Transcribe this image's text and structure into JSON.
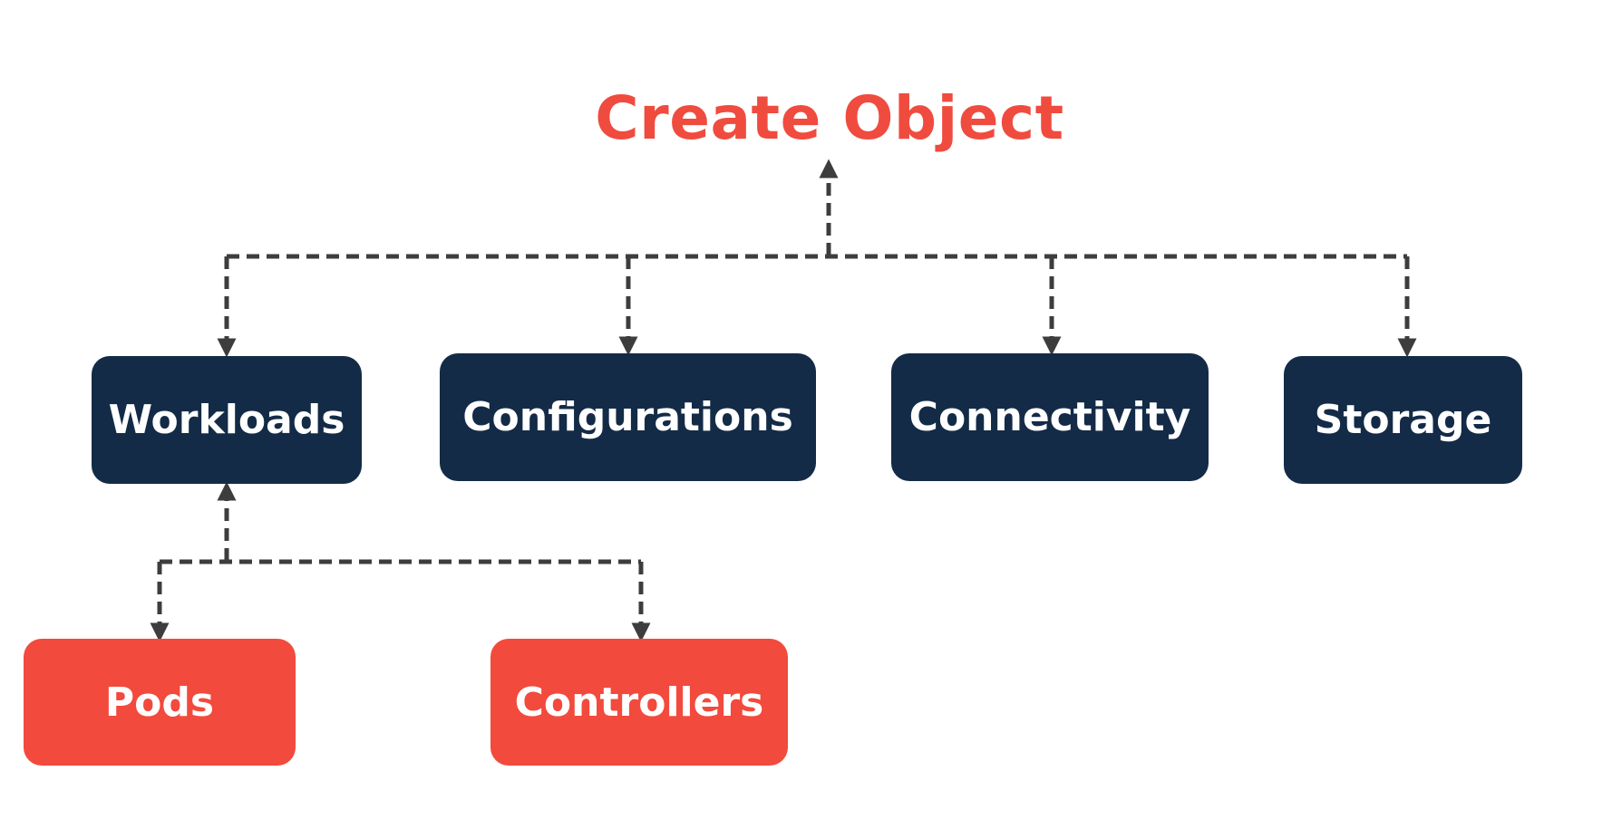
{
  "title": "Create Object",
  "colors": {
    "title": "#f04b3f",
    "dark_node": "#132b47",
    "red_node": "#f24a3d",
    "connector": "#3d3d3d",
    "background": "#ffffff"
  },
  "nodes": {
    "workloads": "Workloads",
    "configurations": "Configurations",
    "connectivity": "Connectivity",
    "storage": "Storage",
    "pods": "Pods",
    "controllers": "Controllers"
  },
  "edges": [
    {
      "from": "workloads",
      "to": "create_object"
    },
    {
      "from": "configurations",
      "to": "create_object"
    },
    {
      "from": "connectivity",
      "to": "create_object"
    },
    {
      "from": "storage",
      "to": "create_object"
    },
    {
      "from": "pods",
      "to": "workloads"
    },
    {
      "from": "controllers",
      "to": "workloads"
    }
  ]
}
